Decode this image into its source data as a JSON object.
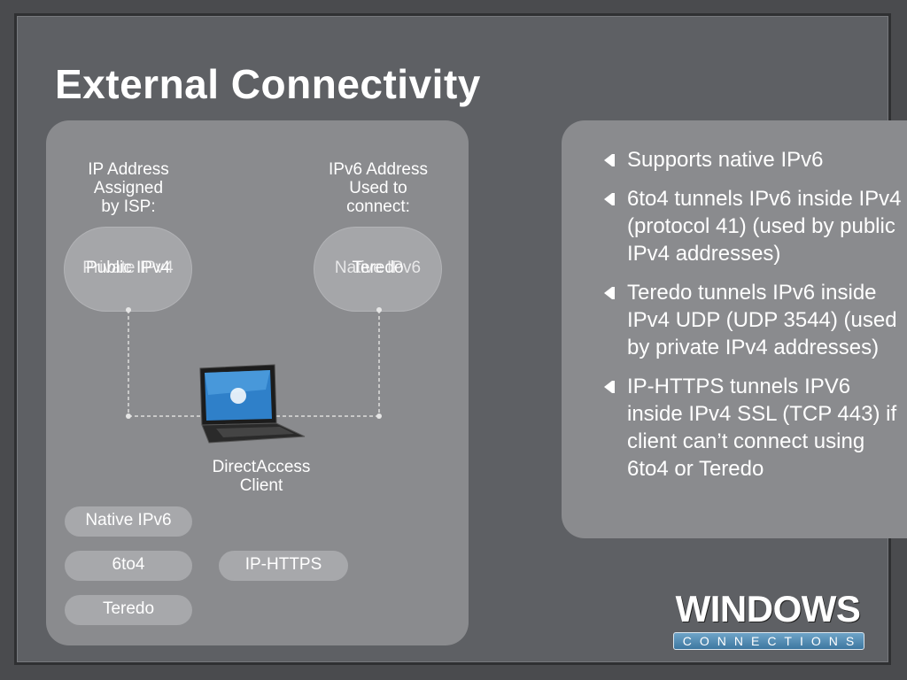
{
  "title": "External Connectivity",
  "diagram": {
    "left_header": "IP Address\nAssigned\nby ISP:",
    "right_header": "IPv6 Address\nUsed to\nconnect:",
    "left_bubble": {
      "text_back": "Private IPv4",
      "text_front": "Public IPv4"
    },
    "right_bubble": {
      "text_back": "Native IPv6",
      "text_front": "Teredo"
    },
    "client_label": "DirectAccess\nClient",
    "methods": [
      "Native IPv6",
      "6to4",
      "Teredo",
      "IP-HTTPS"
    ]
  },
  "bullets": [
    "Supports native IPv6",
    "6to4 tunnels IPv6 inside IPv4 (protocol 41) (used by public IPv4 addresses)",
    "Teredo tunnels IPv6 inside IPv4 UDP (UDP 3544) (used by private IPv4 addresses)",
    "IP-HTTPS tunnels IPV6 inside IPv4 SSL (TCP 443) if client can’t connect using 6to4 or Teredo"
  ],
  "logo": {
    "word": "WINDOWS",
    "sub": "CONNECTIONS"
  },
  "colors": {
    "accent_blue": "#4a86b0",
    "panel": "#8a8b8e",
    "background": "#5e6064"
  }
}
